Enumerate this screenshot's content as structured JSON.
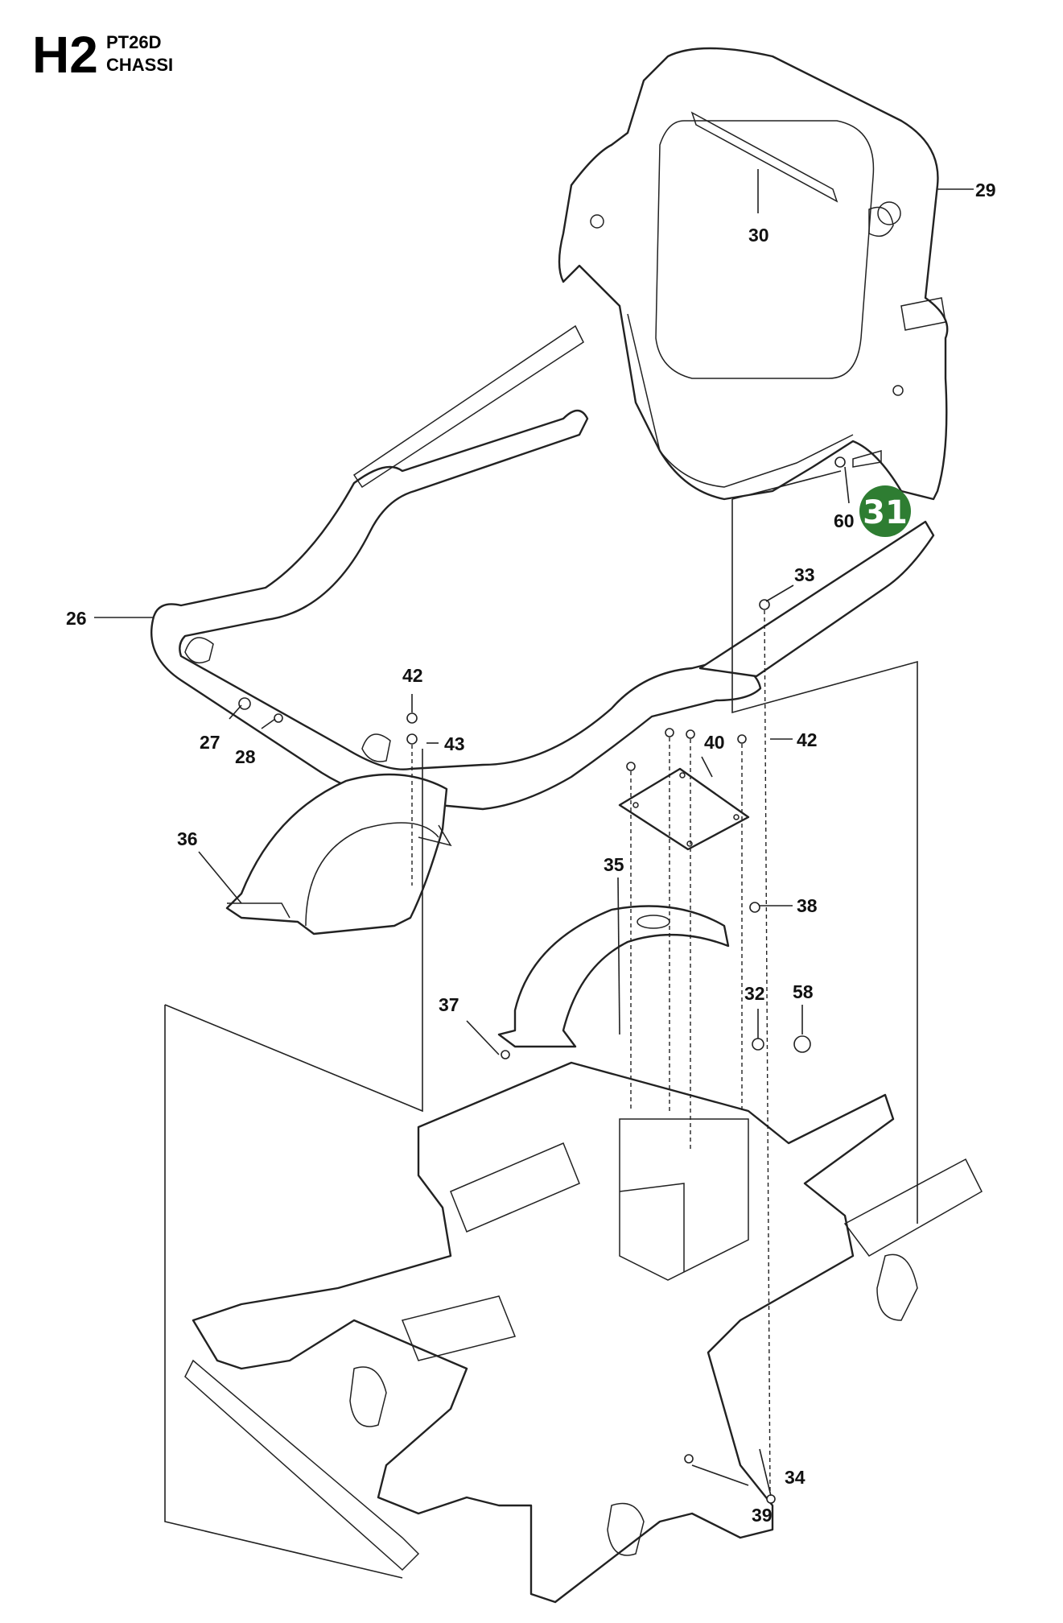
{
  "header": {
    "code": "H2",
    "model": "PT26D",
    "section": "CHASSI"
  },
  "highlight": {
    "label": "31",
    "color": "#2e7d32"
  },
  "callouts": {
    "c26": "26",
    "c27": "27",
    "c28": "28",
    "c29": "29",
    "c30": "30",
    "c32": "32",
    "c33": "33",
    "c34": "34",
    "c35": "35",
    "c36": "36",
    "c37": "37",
    "c38": "38",
    "c39": "39",
    "c40": "40",
    "c42a": "42",
    "c42b": "42",
    "c43": "43",
    "c58": "58",
    "c60": "60"
  }
}
